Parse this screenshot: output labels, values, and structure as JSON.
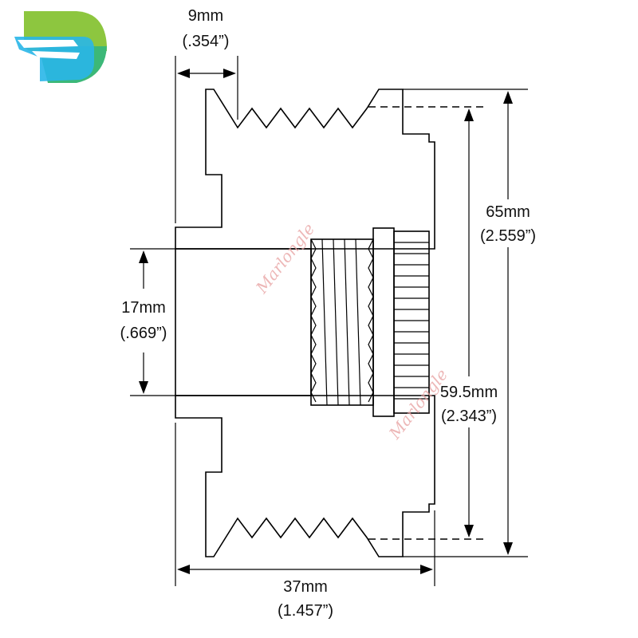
{
  "logo": {
    "name": "brand-logo",
    "colors": {
      "lime": "#8dc63f",
      "green": "#3cb878",
      "cyan": "#29b6e8"
    }
  },
  "dimensions": {
    "top_width": {
      "mm": "9mm",
      "inch": "(.354”)"
    },
    "bore": {
      "mm": "17mm",
      "inch": "(.669”)"
    },
    "outer_diameter": {
      "mm": "65mm",
      "inch": "(2.559”)"
    },
    "groove_diameter": {
      "mm": "59.5mm",
      "inch": "(2.343”)"
    },
    "overall_width": {
      "mm": "37mm",
      "inch": "(1.457”)"
    }
  },
  "watermark": {
    "text": "Marlongle"
  },
  "colors": {
    "section_fill": "#e6e6e6",
    "hatch": "#c2c2c2",
    "line": "#000000",
    "watermark": "#e7a0a0"
  }
}
